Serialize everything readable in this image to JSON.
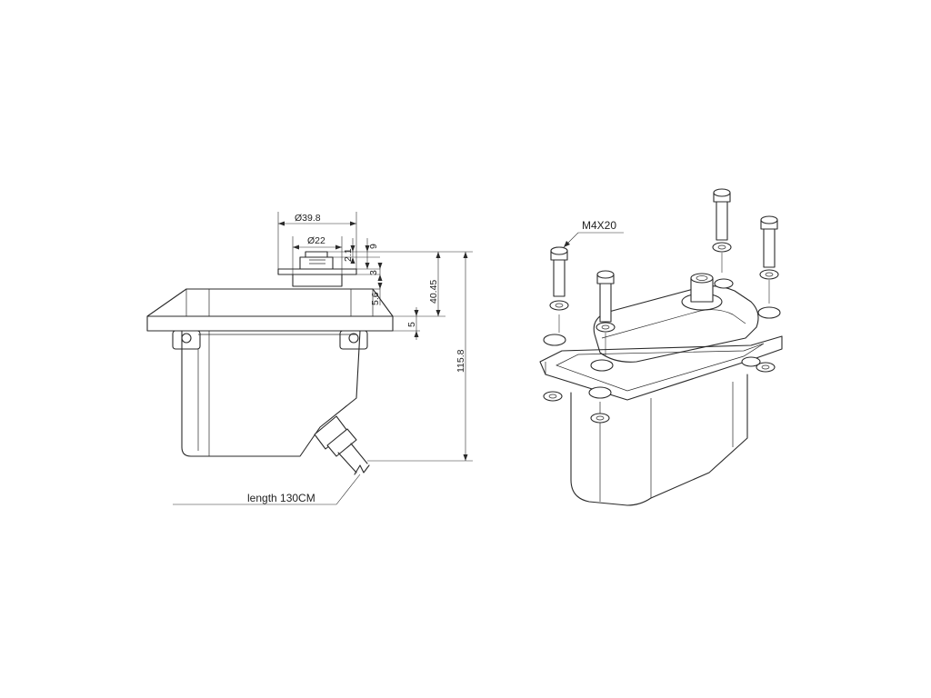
{
  "side_view": {
    "dimensions": {
      "outer_diameter": "Ø39.8",
      "inner_diameter": "Ø22",
      "dim_9": "9",
      "dim_2_1": "2.1",
      "dim_3": "3",
      "dim_5_6": "5.6",
      "dim_40_45": "40.45",
      "dim_5": "5",
      "dim_115_8": "115.8"
    },
    "cable_label": "length 130CM"
  },
  "exploded_view": {
    "screw_label": "M4X20"
  }
}
